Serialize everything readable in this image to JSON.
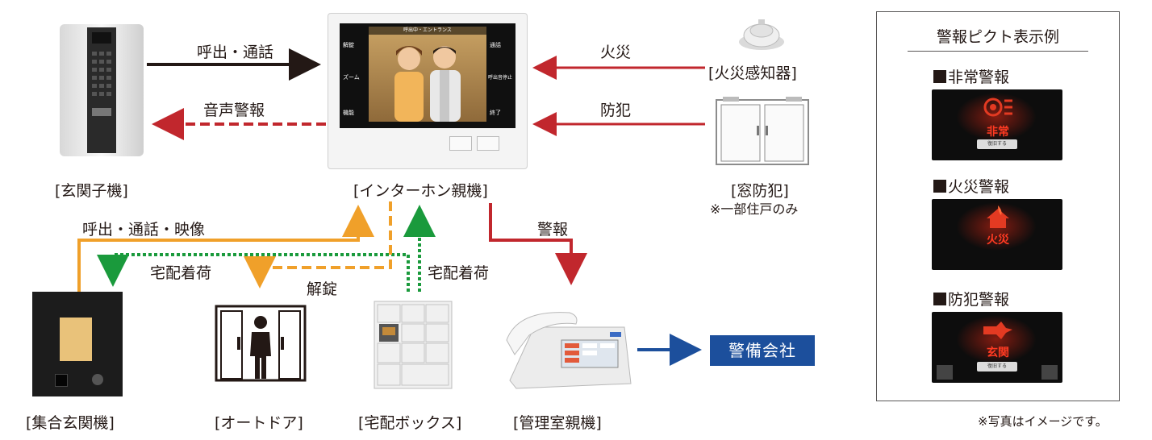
{
  "devices": {
    "entrance_unit": "[玄関子機]",
    "intercom_master": "[インターホン親機]",
    "fire_detector": "[火災感知器]",
    "window_security": "[窓防犯]",
    "window_note": "※一部住戸のみ",
    "collective_entrance": "[集合玄関機]",
    "auto_door": "[オートドア]",
    "delivery_box": "[宅配ボックス]",
    "management_master": "[管理室親機]",
    "security_company": "警備会社"
  },
  "arrows": {
    "call_talk": "呼出・通話",
    "voice_alarm": "音声警報",
    "fire": "火災",
    "crime": "防犯",
    "call_talk_video": "呼出・通話・映像",
    "delivery_arrival_left": "宅配着荷",
    "unlock": "解錠",
    "delivery_arrival_right": "宅配着荷",
    "alarm": "警報"
  },
  "legend": {
    "title": "警報ピクト表示例",
    "emergency": "非常警報",
    "fire": "火災警報",
    "crime": "防犯警報",
    "screen_emergency_text": "非常",
    "screen_fire_text": "火災",
    "screen_crime_text": "玄関",
    "restore_label": "復旧する"
  },
  "monitor": {
    "header": "呼出中・エントランス",
    "release": "解錠",
    "zoom": "ズーム",
    "menu": "機能",
    "talk": "通話",
    "stop": "呼出音停止",
    "end": "終了"
  },
  "footnote": "※写真はイメージです。",
  "colors": {
    "black_arrow": "#231815",
    "red_arrow": "#c1272d",
    "orange_arrow": "#f0a02a",
    "green_arrow": "#1a9a3c",
    "blue_arrow": "#1c4f9c"
  }
}
